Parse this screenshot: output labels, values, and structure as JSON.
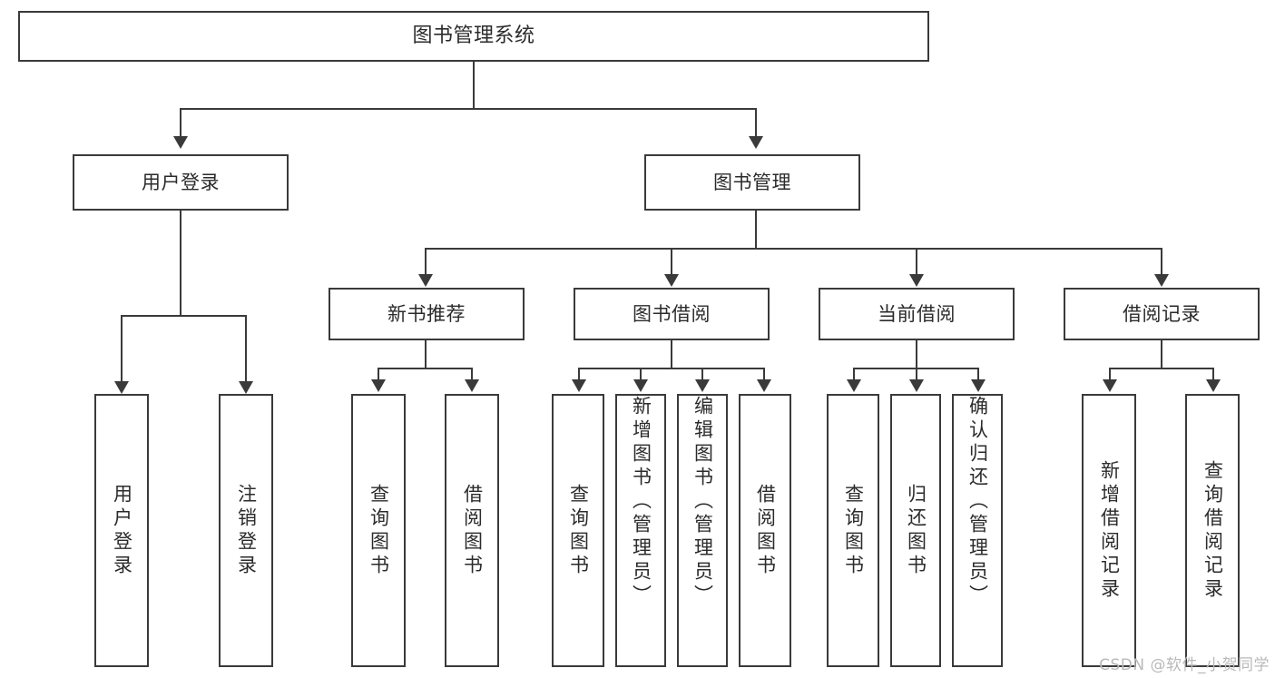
{
  "diagram": {
    "title": "图书管理系统",
    "type": "tree",
    "watermark": "CSDN @软件_小贺同学",
    "colors": {
      "box_border": "#3a3a3a",
      "box_fill": "#ffffff",
      "connector": "#3a3a3a",
      "text": "#2b2b2b",
      "watermark": "#b9b9b9",
      "background": "#ffffff"
    },
    "nodes": {
      "root": {
        "label": "图书管理系统"
      },
      "level2": [
        {
          "id": "user-login",
          "label": "用户登录"
        },
        {
          "id": "book-manage",
          "label": "图书管理"
        }
      ],
      "level3": [
        {
          "id": "new-book-recommend",
          "label": "新书推荐"
        },
        {
          "id": "book-borrow",
          "label": "图书借阅"
        },
        {
          "id": "current-borrow",
          "label": "当前借阅"
        },
        {
          "id": "borrow-record",
          "label": "借阅记录"
        }
      ],
      "leaves": {
        "user-login": [
          {
            "id": "leaf-user-login",
            "label": "用户登录"
          },
          {
            "id": "leaf-user-logout",
            "label": "注销登录"
          }
        ],
        "new-book-recommend": [
          {
            "id": "leaf-query-book-1",
            "label": "查询图书"
          },
          {
            "id": "leaf-borrow-book-1",
            "label": "借阅图书"
          }
        ],
        "book-borrow": [
          {
            "id": "leaf-query-book-2",
            "label": "查询图书"
          },
          {
            "id": "leaf-add-book-admin",
            "label": "新增图书（管理员）"
          },
          {
            "id": "leaf-edit-book-admin",
            "label": "编辑图书（管理员）"
          },
          {
            "id": "leaf-borrow-book-2",
            "label": "借阅图书"
          }
        ],
        "current-borrow": [
          {
            "id": "leaf-query-book-3",
            "label": "查询图书"
          },
          {
            "id": "leaf-return-book",
            "label": "归还图书"
          },
          {
            "id": "leaf-confirm-return-admin",
            "label": "确认归还（管理员）"
          }
        ],
        "borrow-record": [
          {
            "id": "leaf-add-borrow-record",
            "label": "新增借阅记录"
          },
          {
            "id": "leaf-query-borrow-record",
            "label": "查询借阅记录"
          }
        ]
      }
    }
  }
}
